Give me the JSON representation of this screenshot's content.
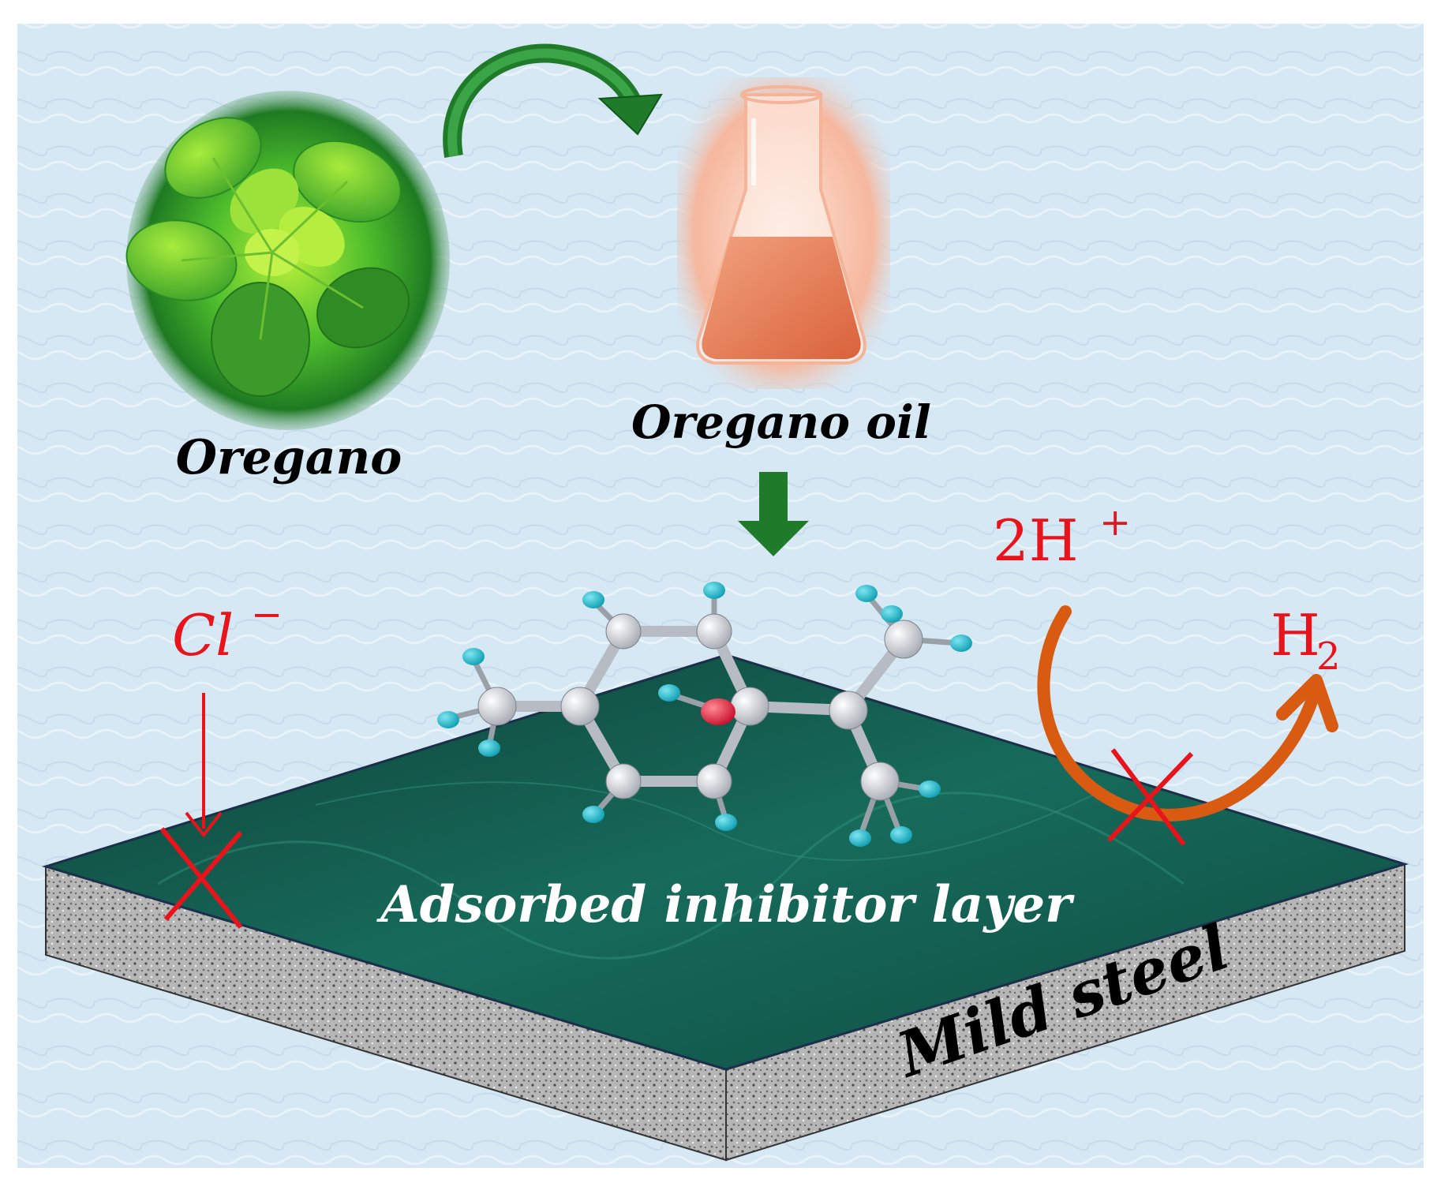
{
  "labels": {
    "oregano": "Oregano",
    "oregano_oil": "Oregano oil",
    "chloride": "Cl",
    "chloride_charge": "−",
    "protons": "2H",
    "protons_charge": "+",
    "hydrogen": "H",
    "hydrogen_subscript": "2",
    "inhibitor_layer": "Adsorbed inhibitor layer",
    "substrate": "Mild steel"
  },
  "colors": {
    "background": "#d6e8f4",
    "leaf_green": "#4fbf2c",
    "arrow_green": "#1f7a2a",
    "oil": "#e9825a",
    "ion_red": "#e8141c",
    "hydrogen_orange": "#d95b12",
    "inhibitor_layer": "#0f4f45",
    "steel": "#b4b4b4",
    "carbon_atom": "#c9ccd2",
    "hydrogen_atom": "#1bb7c9",
    "oxygen_atom": "#e0263a"
  }
}
